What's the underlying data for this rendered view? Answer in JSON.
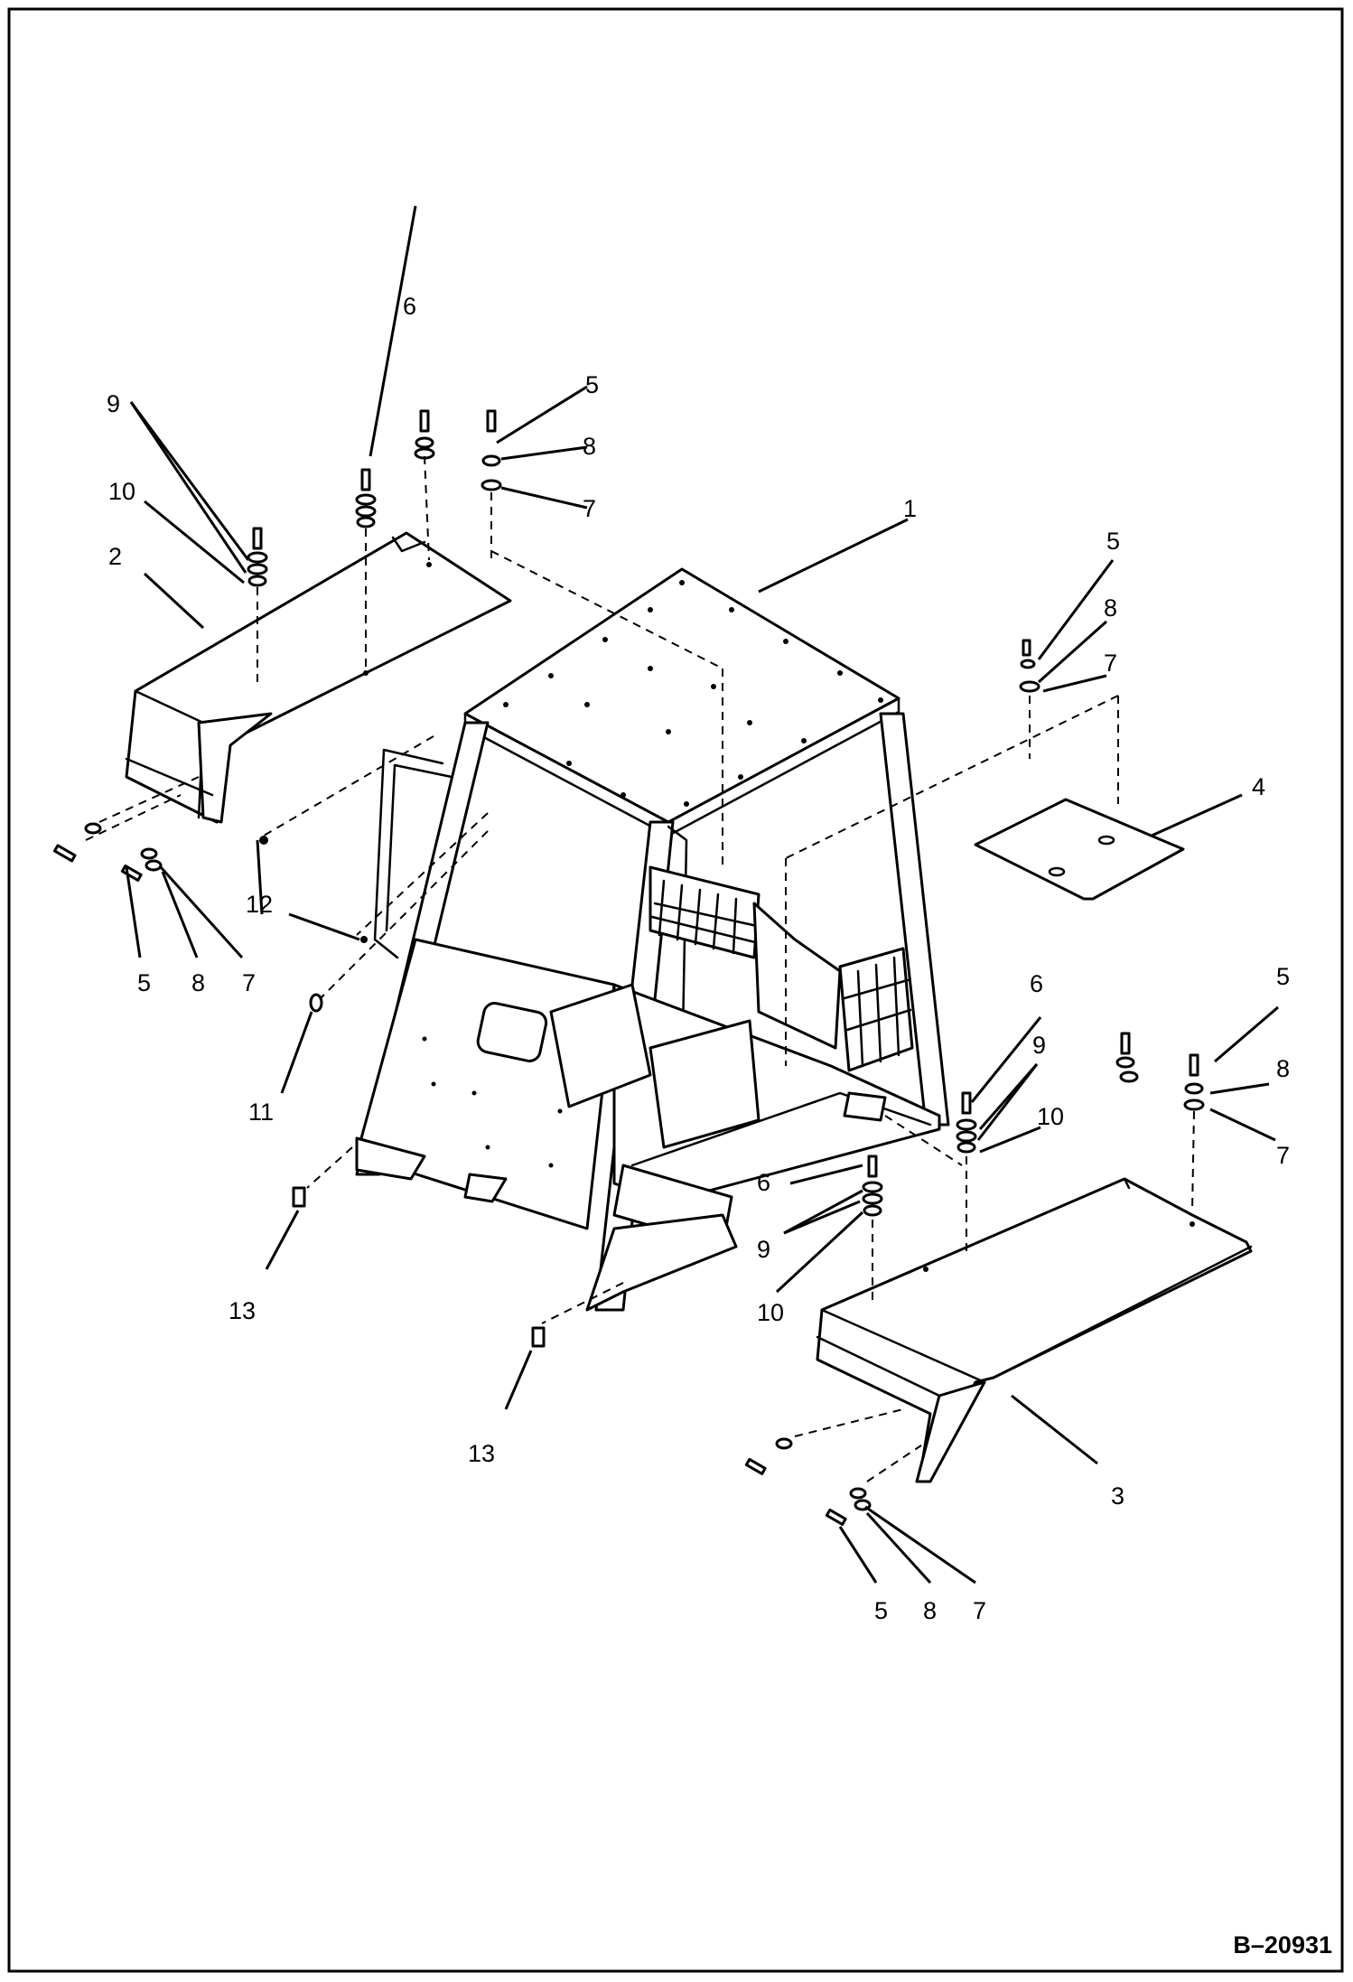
{
  "drawing_number": "B–20931",
  "callouts": [
    {
      "id": "c1",
      "label": "1"
    },
    {
      "id": "c2",
      "label": "2"
    },
    {
      "id": "c3",
      "label": "3"
    },
    {
      "id": "c4",
      "label": "4"
    },
    {
      "id": "c5a",
      "label": "5"
    },
    {
      "id": "c5b",
      "label": "5"
    },
    {
      "id": "c5c",
      "label": "5"
    },
    {
      "id": "c5d",
      "label": "5"
    },
    {
      "id": "c5e",
      "label": "5"
    },
    {
      "id": "c6a",
      "label": "6"
    },
    {
      "id": "c6b",
      "label": "6"
    },
    {
      "id": "c6c",
      "label": "6"
    },
    {
      "id": "c7a",
      "label": "7"
    },
    {
      "id": "c7b",
      "label": "7"
    },
    {
      "id": "c7c",
      "label": "7"
    },
    {
      "id": "c7d",
      "label": "7"
    },
    {
      "id": "c7e",
      "label": "7"
    },
    {
      "id": "c8a",
      "label": "8"
    },
    {
      "id": "c8b",
      "label": "8"
    },
    {
      "id": "c8c",
      "label": "8"
    },
    {
      "id": "c8d",
      "label": "8"
    },
    {
      "id": "c8e",
      "label": "8"
    },
    {
      "id": "c9a",
      "label": "9"
    },
    {
      "id": "c9b",
      "label": "9"
    },
    {
      "id": "c9c",
      "label": "9"
    },
    {
      "id": "c10a",
      "label": "10"
    },
    {
      "id": "c10b",
      "label": "10"
    },
    {
      "id": "c10c",
      "label": "10"
    },
    {
      "id": "c11",
      "label": "11"
    },
    {
      "id": "c12",
      "label": "12"
    },
    {
      "id": "c13a",
      "label": "13"
    },
    {
      "id": "c13b",
      "label": "13"
    }
  ]
}
